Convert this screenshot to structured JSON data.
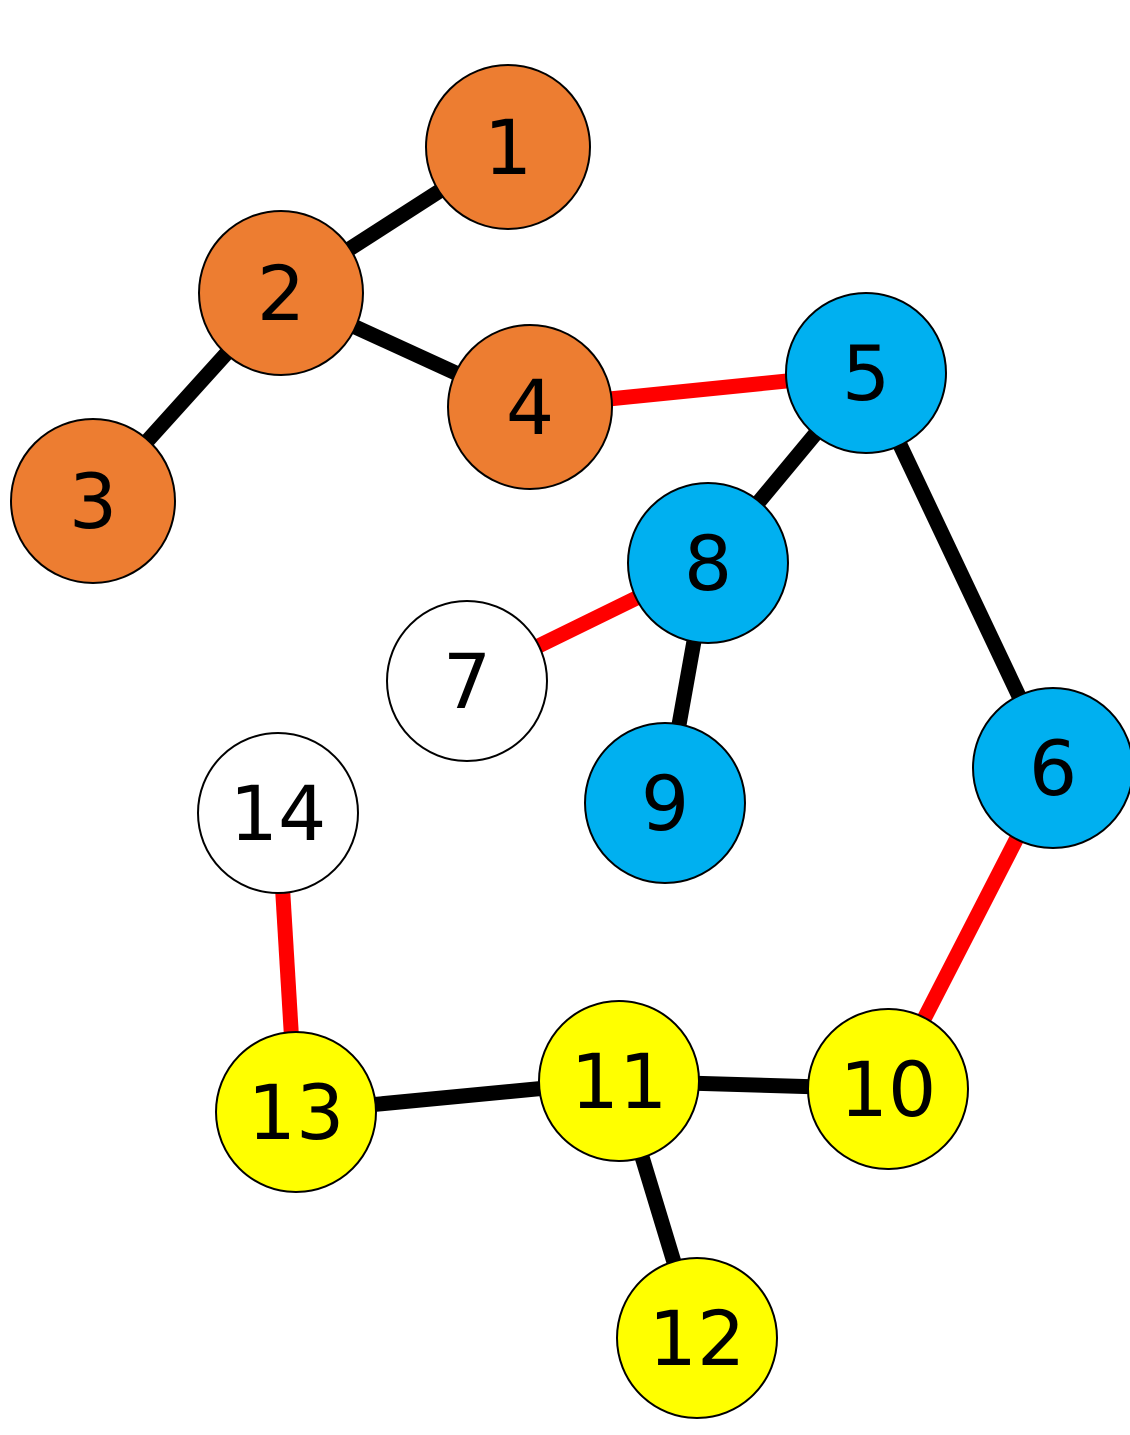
{
  "colors": {
    "orange": "#ED7D31",
    "blue": "#00B0F0",
    "yellow": "#FFFF00",
    "white": "#FFFFFF",
    "edge_black": "#000000",
    "edge_red": "#FF0000",
    "outline": "#000000"
  },
  "nodes": [
    {
      "id": "1",
      "label": "1",
      "fill": "orange"
    },
    {
      "id": "2",
      "label": "2",
      "fill": "orange"
    },
    {
      "id": "3",
      "label": "3",
      "fill": "orange"
    },
    {
      "id": "4",
      "label": "4",
      "fill": "orange"
    },
    {
      "id": "5",
      "label": "5",
      "fill": "blue"
    },
    {
      "id": "6",
      "label": "6",
      "fill": "blue"
    },
    {
      "id": "7",
      "label": "7",
      "fill": "white"
    },
    {
      "id": "8",
      "label": "8",
      "fill": "blue"
    },
    {
      "id": "9",
      "label": "9",
      "fill": "blue"
    },
    {
      "id": "10",
      "label": "10",
      "fill": "yellow"
    },
    {
      "id": "11",
      "label": "11",
      "fill": "yellow"
    },
    {
      "id": "12",
      "label": "12",
      "fill": "yellow"
    },
    {
      "id": "13",
      "label": "13",
      "fill": "yellow"
    },
    {
      "id": "14",
      "label": "14",
      "fill": "white"
    }
  ],
  "edges": [
    {
      "from": "1",
      "to": "2",
      "color": "edge_black"
    },
    {
      "from": "2",
      "to": "3",
      "color": "edge_black"
    },
    {
      "from": "2",
      "to": "4",
      "color": "edge_black"
    },
    {
      "from": "4",
      "to": "5",
      "color": "edge_red"
    },
    {
      "from": "5",
      "to": "8",
      "color": "edge_black"
    },
    {
      "from": "5",
      "to": "6",
      "color": "edge_black"
    },
    {
      "from": "8",
      "to": "7",
      "color": "edge_red"
    },
    {
      "from": "8",
      "to": "9",
      "color": "edge_black"
    },
    {
      "from": "6",
      "to": "10",
      "color": "edge_red"
    },
    {
      "from": "10",
      "to": "11",
      "color": "edge_black"
    },
    {
      "from": "11",
      "to": "13",
      "color": "edge_black"
    },
    {
      "from": "11",
      "to": "12",
      "color": "edge_black"
    },
    {
      "from": "13",
      "to": "14",
      "color": "edge_red"
    }
  ]
}
